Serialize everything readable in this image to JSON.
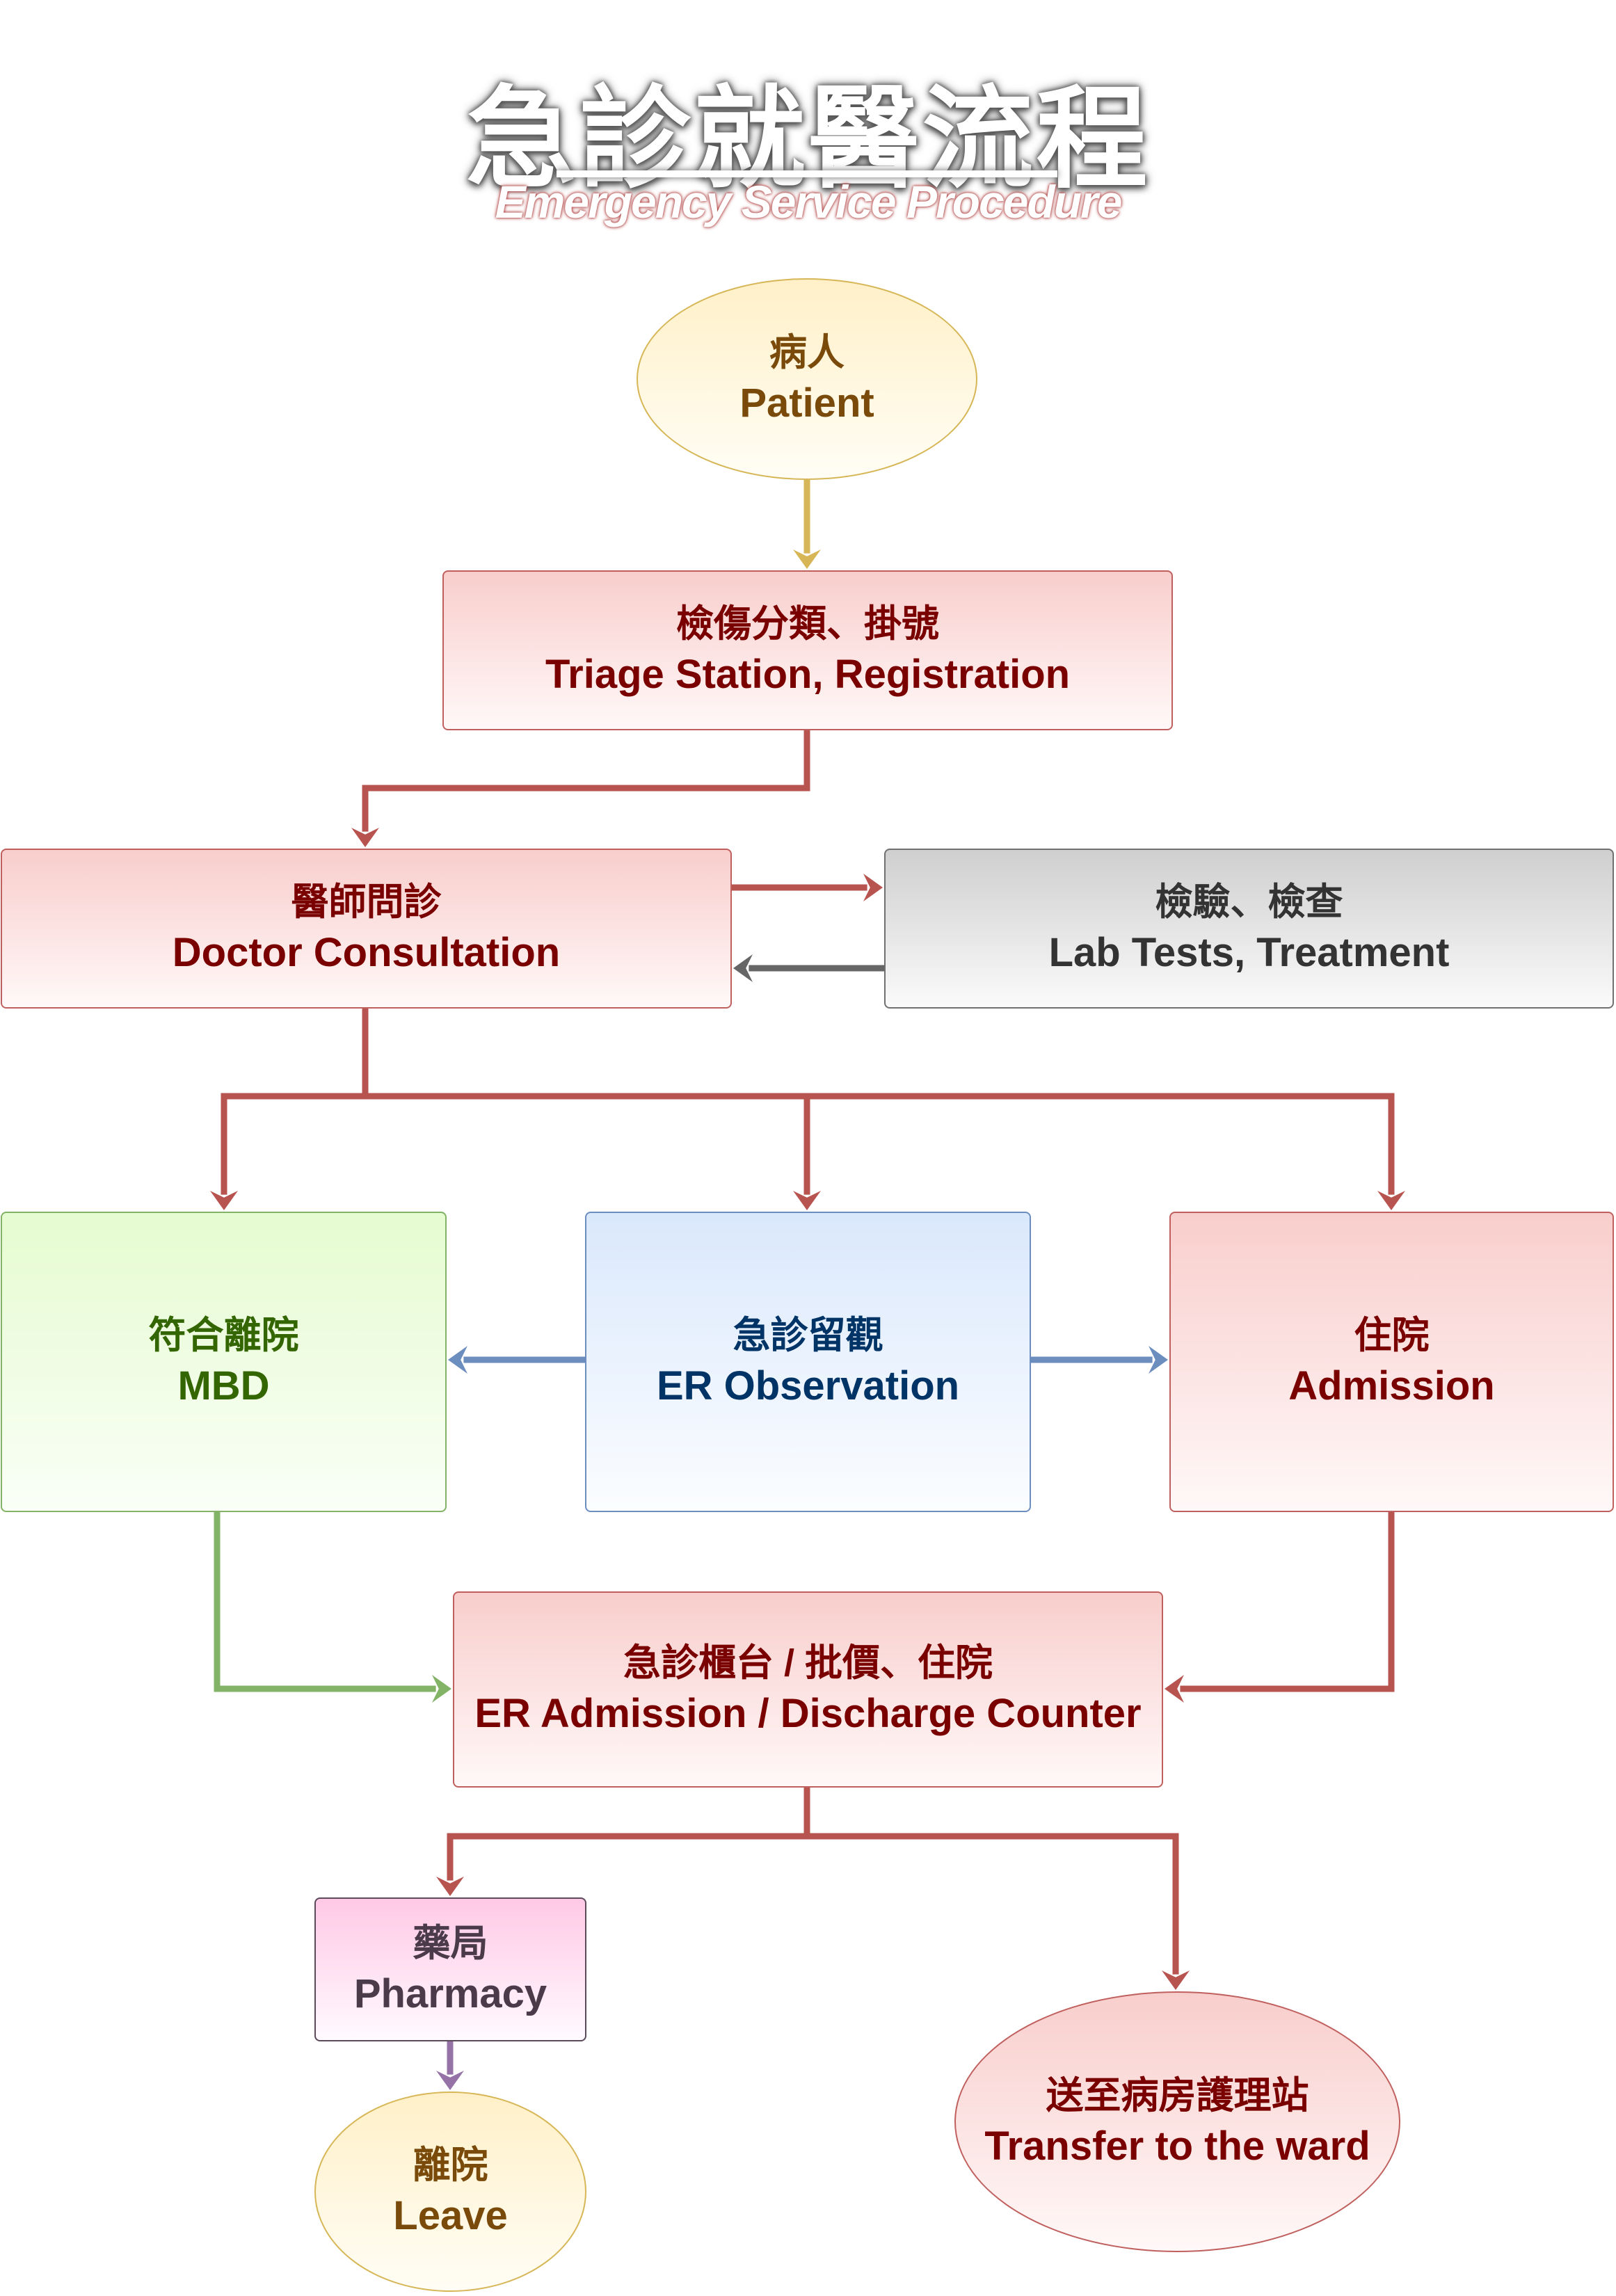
{
  "title": {
    "zh": "急診就醫流程",
    "en": "Emergency Service Procedure"
  },
  "colors": {
    "red_connector": "#b85450",
    "gray_connector": "#666666",
    "blue_connector": "#6c8ebf",
    "green_connector": "#82b366",
    "purple_connector": "#9673a6",
    "yellow_connector": "#d6b656"
  },
  "nodes": {
    "patient": {
      "zh": "病人",
      "en": "Patient"
    },
    "triage": {
      "zh": "檢傷分類、掛號",
      "en": "Triage Station, Registration"
    },
    "doctor": {
      "zh": "醫師問診",
      "en": "Doctor Consultation"
    },
    "lab": {
      "zh": "檢驗、檢查",
      "en": "Lab Tests, Treatment"
    },
    "mbd": {
      "zh": "符合離院",
      "en": "MBD"
    },
    "observation": {
      "zh": "急診留觀",
      "en": "ER Observation"
    },
    "admission": {
      "zh": "住院",
      "en": "Admission"
    },
    "counter": {
      "zh": "急診櫃台 / 批價、住院",
      "en": "ER Admission / Discharge Counter"
    },
    "pharmacy": {
      "zh": "藥局",
      "en": "Pharmacy"
    },
    "leave": {
      "zh": "離院",
      "en": "Leave"
    },
    "ward": {
      "zh": "送至病房護理站",
      "en": "Transfer to the ward"
    }
  },
  "edges": [
    {
      "from": "patient",
      "to": "triage",
      "color": "yellow_connector"
    },
    {
      "from": "triage",
      "to": "doctor",
      "color": "red_connector"
    },
    {
      "from": "doctor",
      "to": "lab",
      "color": "red_connector"
    },
    {
      "from": "lab",
      "to": "doctor",
      "color": "gray_connector"
    },
    {
      "from": "doctor",
      "to": "mbd",
      "color": "red_connector"
    },
    {
      "from": "doctor",
      "to": "observation",
      "color": "red_connector"
    },
    {
      "from": "doctor",
      "to": "admission",
      "color": "red_connector"
    },
    {
      "from": "observation",
      "to": "mbd",
      "color": "blue_connector"
    },
    {
      "from": "observation",
      "to": "admission",
      "color": "blue_connector"
    },
    {
      "from": "mbd",
      "to": "counter",
      "color": "green_connector"
    },
    {
      "from": "admission",
      "to": "counter",
      "color": "red_connector"
    },
    {
      "from": "counter",
      "to": "pharmacy",
      "color": "red_connector"
    },
    {
      "from": "counter",
      "to": "ward",
      "color": "red_connector"
    },
    {
      "from": "pharmacy",
      "to": "leave",
      "color": "purple_connector"
    }
  ]
}
